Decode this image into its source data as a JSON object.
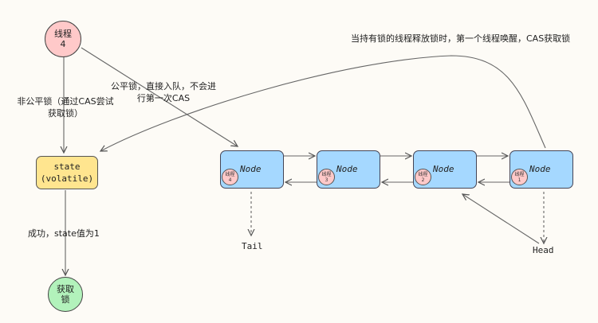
{
  "thread4": {
    "line1": "线程",
    "line2": "4"
  },
  "state": {
    "line1": "state",
    "line2": "(volatile)"
  },
  "acquired": {
    "line1": "获取",
    "line2": "锁"
  },
  "labels": {
    "unfair_line1": "非公平锁（通过CAS尝试",
    "unfair_line2": "获取锁）",
    "fair_line1": "公平锁，直接入队，不会进",
    "fair_line2": "行第一次CAS",
    "success": "成功，state值为1",
    "release": "当持有锁的线程释放锁时，第一个线程唤醒，CAS获取锁",
    "tail": "Tail",
    "head": "Head"
  },
  "nodes": [
    {
      "label": "Node",
      "thread_line1": "线程",
      "thread_line2": "4"
    },
    {
      "label": "Node",
      "thread_line1": "线程",
      "thread_line2": "3"
    },
    {
      "label": "Node",
      "thread_line1": "线程",
      "thread_line2": "2"
    },
    {
      "label": "Node",
      "thread_line1": "线程",
      "thread_line2": "1"
    }
  ],
  "colors": {
    "pink": "#ffc9c9",
    "yellow": "#ffe58f",
    "blue": "#a5d8ff",
    "green": "#b2f2bb",
    "stroke": "#555555"
  }
}
